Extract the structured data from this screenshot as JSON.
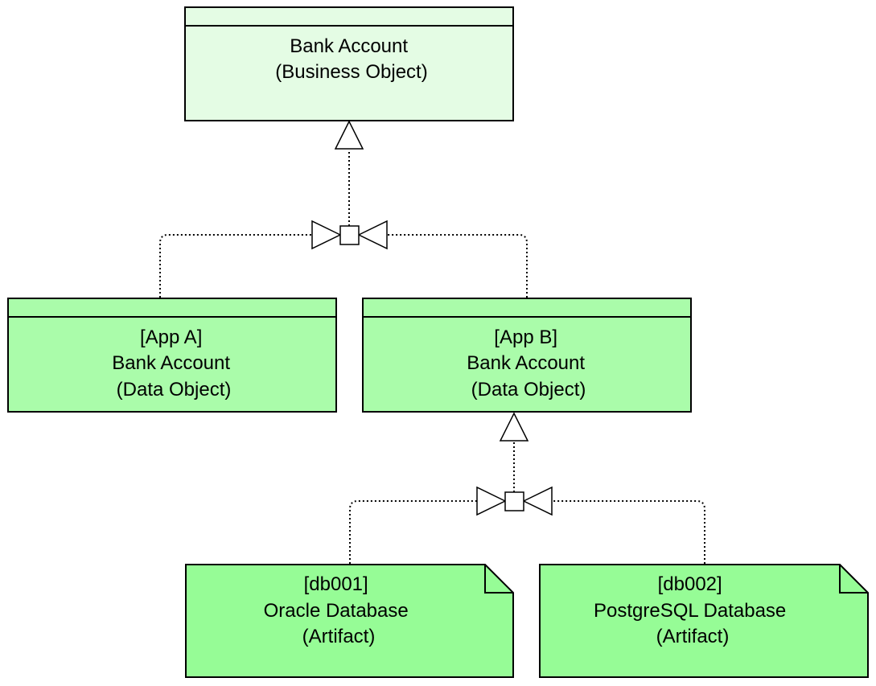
{
  "colors": {
    "business_object_fill": "#e4fce4",
    "data_object_fill": "#aafcaa",
    "artifact_fill": "#96fc96",
    "stroke": "#000000",
    "background": "#ffffff"
  },
  "nodes": {
    "business_object": {
      "lines": [
        "Bank Account",
        "(Business Object)"
      ]
    },
    "app_a_data_object": {
      "lines": [
        "[App A]",
        "Bank Account",
        "(Data Object)"
      ]
    },
    "app_b_data_object": {
      "lines": [
        "[App B]",
        "Bank Account",
        "(Data Object)"
      ]
    },
    "db001_artifact": {
      "lines": [
        "[db001]",
        "Oracle Database",
        "(Artifact)"
      ]
    },
    "db002_artifact": {
      "lines": [
        "[db002]",
        "PostgreSQL Database",
        "(Artifact)"
      ]
    }
  },
  "relationships": [
    {
      "type": "realization",
      "junction": "junction-top",
      "from": [
        "app_a_data_object",
        "app_b_data_object"
      ],
      "to": "business_object"
    },
    {
      "type": "realization",
      "junction": "junction-bottom",
      "from": [
        "db001_artifact",
        "db002_artifact"
      ],
      "to": "app_b_data_object"
    }
  ]
}
